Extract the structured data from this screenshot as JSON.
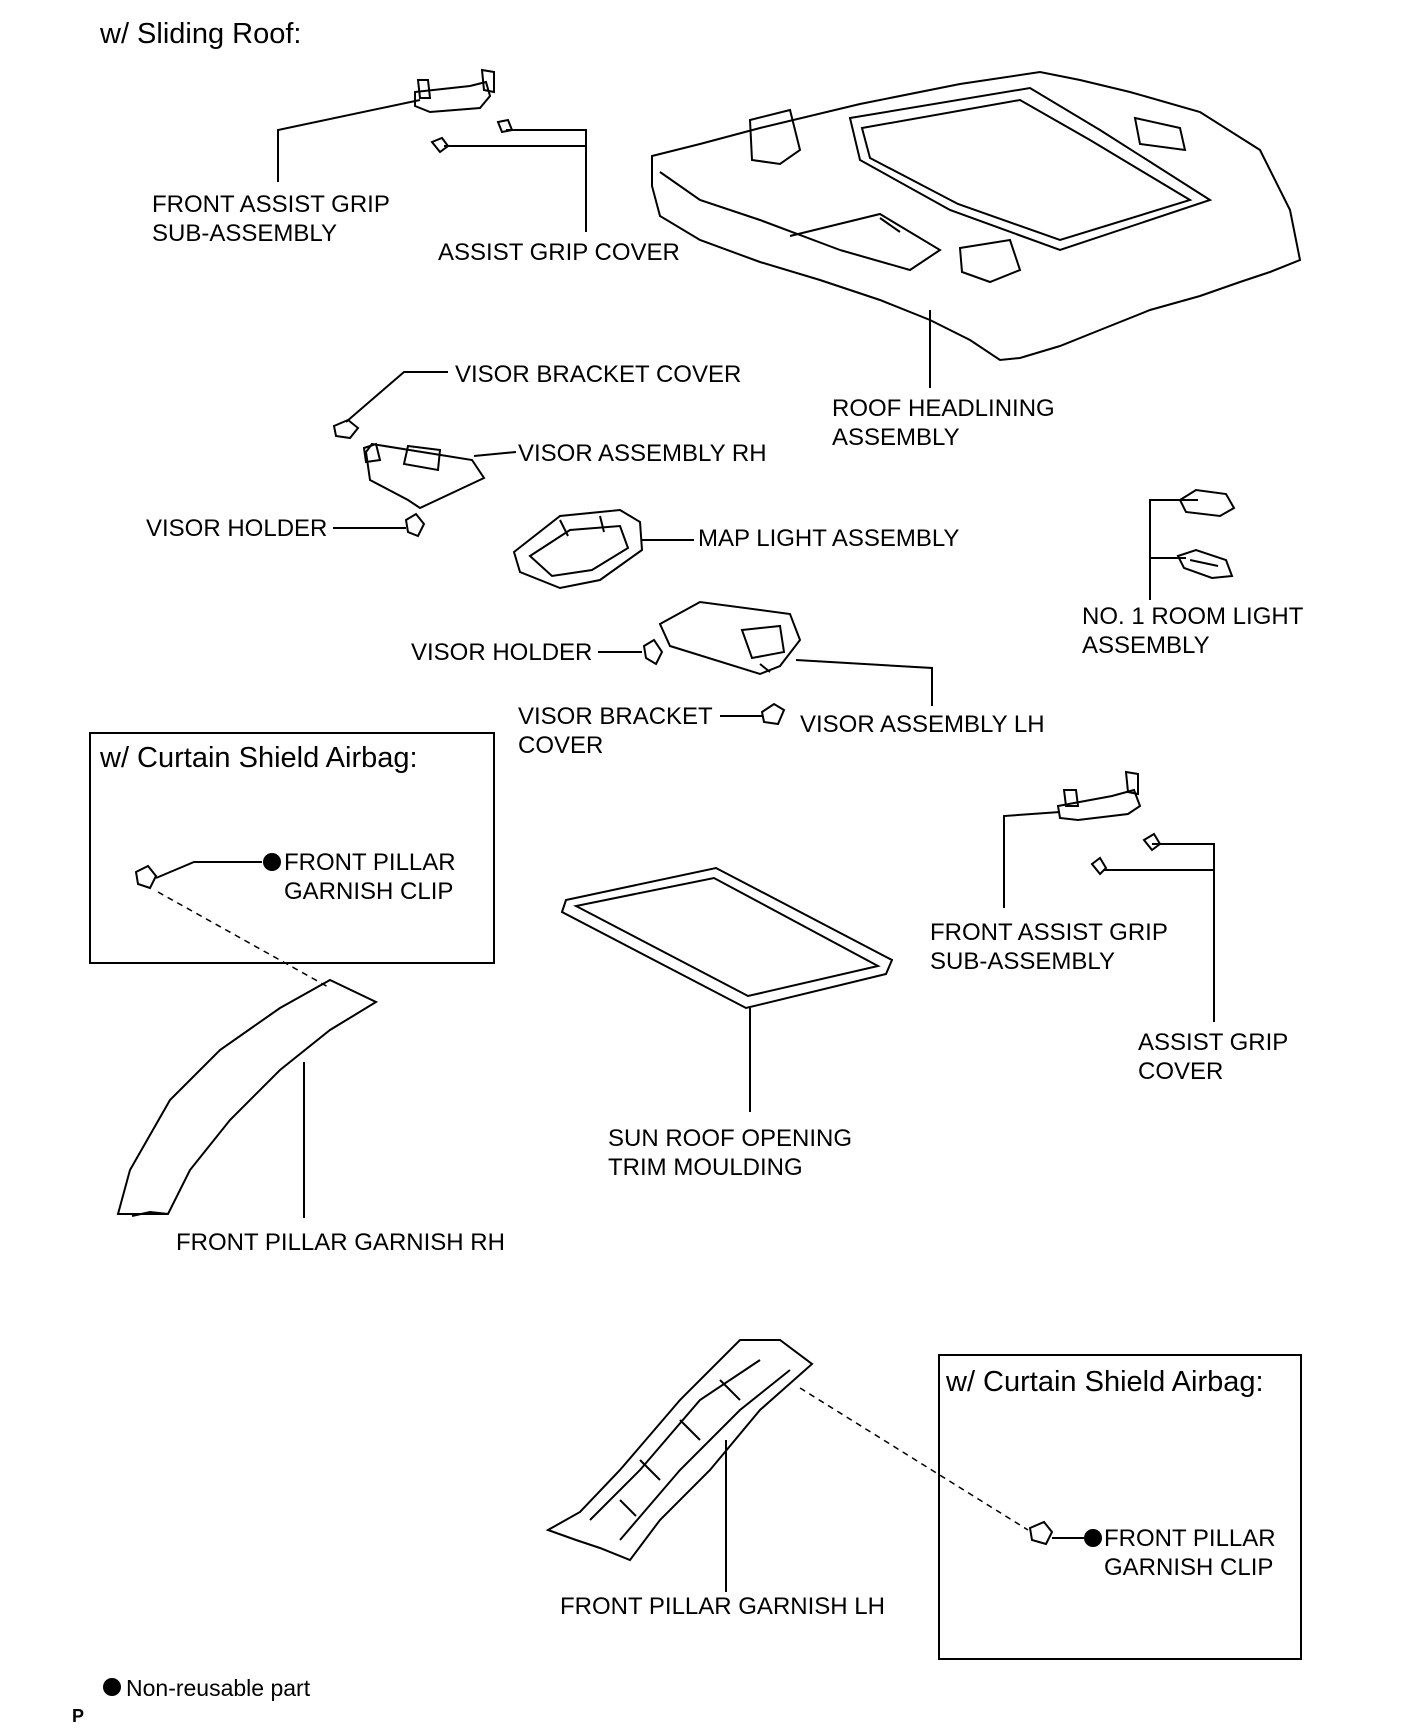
{
  "headings": {
    "sliding_roof": "w/ Sliding Roof:",
    "curtain_airbag_left": "w/ Curtain Shield Airbag:",
    "curtain_airbag_right": "w/ Curtain Shield Airbag:"
  },
  "labels": {
    "front_assist_grip_top": [
      "FRONT ASSIST GRIP",
      "SUB-ASSEMBLY"
    ],
    "assist_grip_cover_top": "ASSIST GRIP COVER",
    "roof_headlining": [
      "ROOF HEADLINING",
      "ASSEMBLY"
    ],
    "visor_bracket_cover_top": "VISOR BRACKET COVER",
    "visor_assembly_rh": "VISOR ASSEMBLY RH",
    "visor_holder_top": "VISOR HOLDER",
    "map_light": "MAP LIGHT ASSEMBLY",
    "no1_room_light": [
      "NO. 1 ROOM LIGHT",
      "ASSEMBLY"
    ],
    "visor_holder_mid": "VISOR HOLDER",
    "visor_bracket_cover_mid": [
      "VISOR BRACKET",
      "COVER"
    ],
    "visor_assembly_lh": "VISOR ASSEMBLY LH",
    "front_pillar_garnish_clip_left": [
      "FRONT PILLAR",
      "GARNISH CLIP"
    ],
    "sun_roof_trim": [
      "SUN ROOF OPENING",
      "TRIM MOULDING"
    ],
    "front_assist_grip_right": [
      "FRONT ASSIST GRIP",
      "SUB-ASSEMBLY"
    ],
    "assist_grip_cover_right": [
      "ASSIST GRIP",
      "COVER"
    ],
    "front_pillar_garnish_rh": "FRONT PILLAR GARNISH RH",
    "front_pillar_garnish_lh": "FRONT PILLAR GARNISH LH",
    "front_pillar_garnish_clip_right": [
      "FRONT PILLAR",
      "GARNISH CLIP"
    ]
  },
  "legend": {
    "symbol": "●",
    "text": "Non-reusable part"
  },
  "footer_code": "P"
}
